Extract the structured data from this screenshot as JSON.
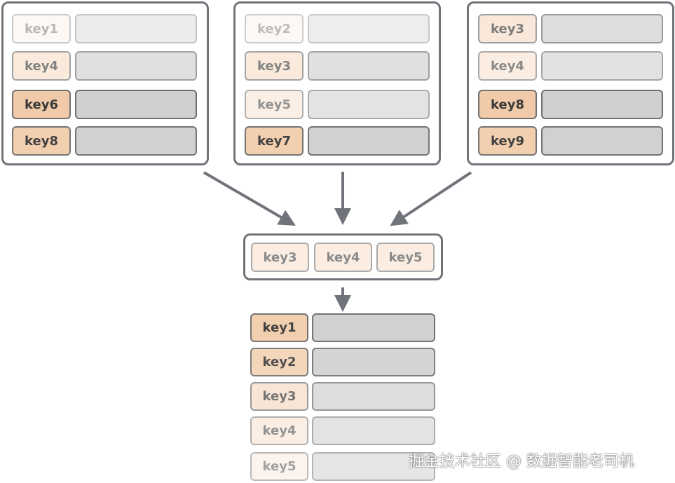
{
  "input_tables": [
    {
      "rows": [
        {
          "key": "key1",
          "level": 0.15
        },
        {
          "key": "key4",
          "level": 0.5
        },
        {
          "key": "key6",
          "level": 1.0
        },
        {
          "key": "key8",
          "level": 0.95
        }
      ]
    },
    {
      "rows": [
        {
          "key": "key2",
          "level": 0.12
        },
        {
          "key": "key3",
          "level": 0.5
        },
        {
          "key": "key5",
          "level": 0.4
        },
        {
          "key": "key7",
          "level": 0.95
        }
      ]
    },
    {
      "rows": [
        {
          "key": "key3",
          "level": 0.55
        },
        {
          "key": "key4",
          "level": 0.45
        },
        {
          "key": "key8",
          "level": 1.0
        },
        {
          "key": "key9",
          "level": 0.95
        }
      ]
    }
  ],
  "merge_keys": [
    {
      "key": "key3",
      "level": 0.45
    },
    {
      "key": "key4",
      "level": 0.45
    },
    {
      "key": "key5",
      "level": 0.45
    }
  ],
  "output_rows": [
    {
      "key": "key1",
      "level": 0.95
    },
    {
      "key": "key2",
      "level": 0.85
    },
    {
      "key": "key3",
      "level": 0.6
    },
    {
      "key": "key4",
      "level": 0.4
    },
    {
      "key": "key5",
      "level": 0.3
    }
  ],
  "watermark": "掘金技术社区 @ 数据智能老司机",
  "colors": {
    "key_fill": "#f1cba9",
    "value_fill": "#cfd0d0",
    "border": "#707379",
    "arrow": "#707379"
  }
}
